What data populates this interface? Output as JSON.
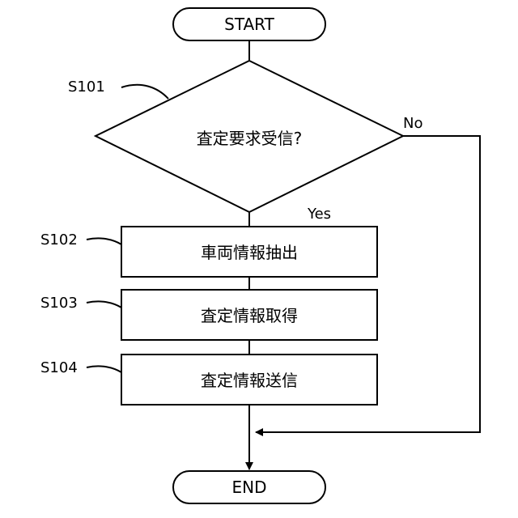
{
  "flowchart": {
    "start": "START",
    "end": "END",
    "decision": {
      "step": "S101",
      "text": "査定要求受信?",
      "yes": "Yes",
      "no": "No"
    },
    "steps": [
      {
        "step": "S102",
        "text": "車両情報抽出"
      },
      {
        "step": "S103",
        "text": "査定情報取得"
      },
      {
        "step": "S104",
        "text": "査定情報送信"
      }
    ]
  }
}
